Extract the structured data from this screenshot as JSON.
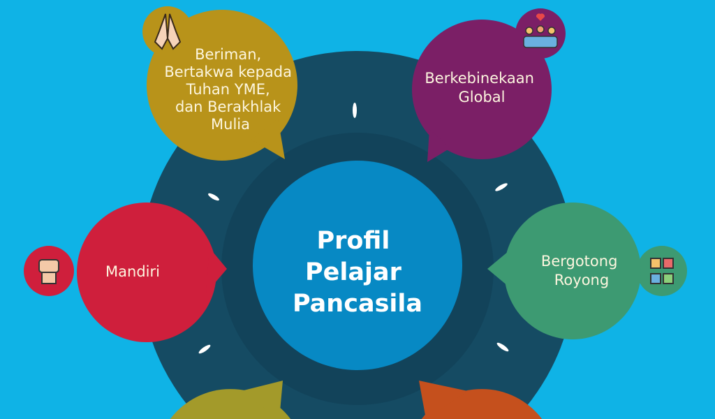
{
  "title": {
    "lines": [
      "Profil",
      "Pelajar",
      "Pancasila"
    ]
  },
  "dimensions": [
    {
      "lines": [
        "Beriman,",
        "Bertakwa kepada",
        "Tuhan YME,",
        "dan Berakhlak",
        "Mulia"
      ],
      "icon": "praying-hands-icon",
      "color": "#b8931a"
    },
    {
      "lines": [
        "Berkebinekaan",
        "Global"
      ],
      "icon": "diverse-people-heart-icon",
      "color": "#7b1f66"
    },
    {
      "lines": [
        "Mandiri"
      ],
      "icon": "raised-fist-icon",
      "color": "#cf1f3c"
    },
    {
      "lines": [
        "Bergotong",
        "Royong"
      ],
      "icon": "joined-hands-icon",
      "color": "#3d9a72"
    },
    {
      "lines": [],
      "icon": "",
      "color": "#a39a2a"
    },
    {
      "lines": [],
      "icon": "",
      "color": "#c5501d"
    }
  ],
  "colors": {
    "background": "#0fb3e6",
    "outer_ring": "#154b63",
    "inner_ring": "#12435a",
    "center": "#0789c4"
  }
}
